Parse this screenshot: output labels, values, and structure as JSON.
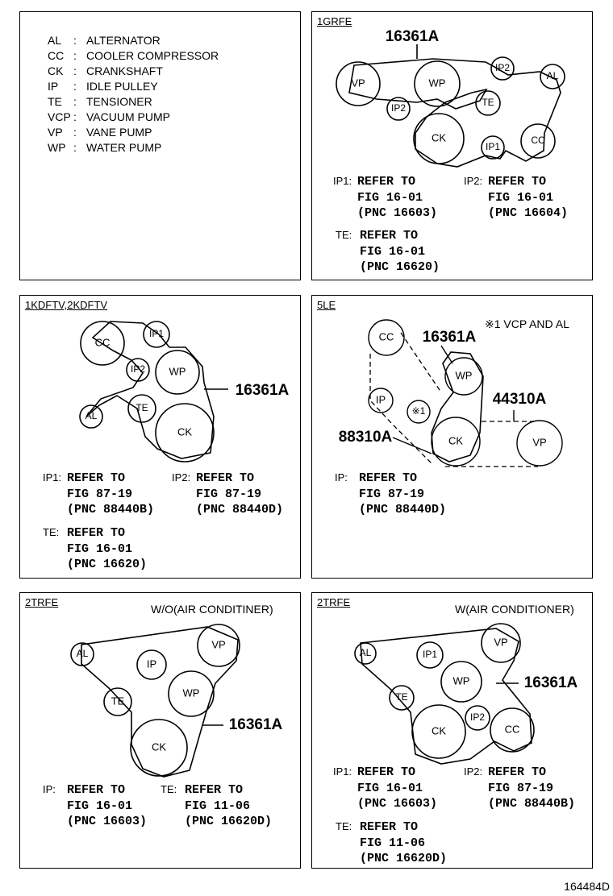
{
  "legend": [
    {
      "abbr": "AL",
      "name": "ALTERNATOR"
    },
    {
      "abbr": "CC",
      "name": "COOLER COMPRESSOR"
    },
    {
      "abbr": "CK",
      "name": "CRANKSHAFT"
    },
    {
      "abbr": "IP",
      "name": "IDLE PULLEY"
    },
    {
      "abbr": "TE",
      "name": "TENSIONER"
    },
    {
      "abbr": "VCP",
      "name": "VACUUM PUMP"
    },
    {
      "abbr": "VP",
      "name": "VANE PUMP"
    },
    {
      "abbr": "WP",
      "name": "WATER PUMP"
    }
  ],
  "panels": {
    "grfe": {
      "code": "1GRFE",
      "part": "16361A",
      "pulleys": {
        "vp": "VP",
        "wp": "WP",
        "ip2a": "IP2",
        "ip2b": "IP2",
        "te": "TE",
        "al": "AL",
        "ck": "CK",
        "ip1": "IP1",
        "cc": "CC"
      },
      "refs": [
        {
          "label": "IP1:",
          "lines": [
            "REFER TO",
            "FIG 16-01",
            "(PNC 16603)"
          ]
        },
        {
          "label": "IP2:",
          "lines": [
            "REFER TO",
            "FIG 16-01",
            "(PNC 16604)"
          ]
        },
        {
          "label": "TE:",
          "lines": [
            "REFER TO",
            "FIG 16-01",
            "(PNC 16620)"
          ]
        }
      ]
    },
    "kdftv": {
      "code": "1KDFTV,2KDFTV",
      "part": "16361A",
      "pulleys": {
        "cc": "CC",
        "ip1": "IP1",
        "ip2": "IP2",
        "wp": "WP",
        "al": "AL",
        "te": "TE",
        "ck": "CK"
      },
      "refs": [
        {
          "label": "IP1:",
          "lines": [
            "REFER TO",
            "FIG 87-19",
            "(PNC 88440B)"
          ]
        },
        {
          "label": "IP2:",
          "lines": [
            "REFER TO",
            "FIG 87-19",
            "(PNC 88440D)"
          ]
        },
        {
          "label": "TE:",
          "lines": [
            "REFER TO",
            "FIG 16-01",
            "(PNC 16620)"
          ]
        }
      ]
    },
    "le": {
      "code": "5LE",
      "note": "※1 VCP AND AL",
      "parts": [
        "16361A",
        "44310A",
        "88310A"
      ],
      "pulleys": {
        "cc": "CC",
        "wp": "WP",
        "ip": "IP",
        "x1": "※1",
        "ck": "CK",
        "vp": "VP"
      },
      "refs": [
        {
          "label": "IP:",
          "lines": [
            "REFER TO",
            "FIG 87-19",
            "(PNC 88440D)"
          ]
        }
      ]
    },
    "trfe_wo": {
      "code": "2TRFE",
      "note": "W/O(AIR CONDITINER)",
      "part": "16361A",
      "pulleys": {
        "al": "AL",
        "vp": "VP",
        "ip": "IP",
        "te": "TE",
        "wp": "WP",
        "ck": "CK"
      },
      "refs": [
        {
          "label": "IP:",
          "lines": [
            "REFER TO",
            "FIG 16-01",
            "(PNC 16603)"
          ]
        },
        {
          "label": "TE:",
          "lines": [
            "REFER TO",
            "FIG 11-06",
            "(PNC 16620D)"
          ]
        }
      ]
    },
    "trfe_w": {
      "code": "2TRFE",
      "note": "W(AIR CONDITIONER)",
      "part": "16361A",
      "pulleys": {
        "al": "AL",
        "ip1": "IP1",
        "vp": "VP",
        "wp": "WP",
        "te": "TE",
        "ip2": "IP2",
        "ck": "CK",
        "cc": "CC"
      },
      "refs": [
        {
          "label": "IP1:",
          "lines": [
            "REFER TO",
            "FIG 16-01",
            "(PNC 16603)"
          ]
        },
        {
          "label": "IP2:",
          "lines": [
            "REFER TO",
            "FIG 87-19",
            "(PNC 88440B)"
          ]
        },
        {
          "label": "TE:",
          "lines": [
            "REFER TO",
            "FIG 11-06",
            "(PNC 16620D)"
          ]
        }
      ]
    }
  },
  "figure_id": "164484D"
}
